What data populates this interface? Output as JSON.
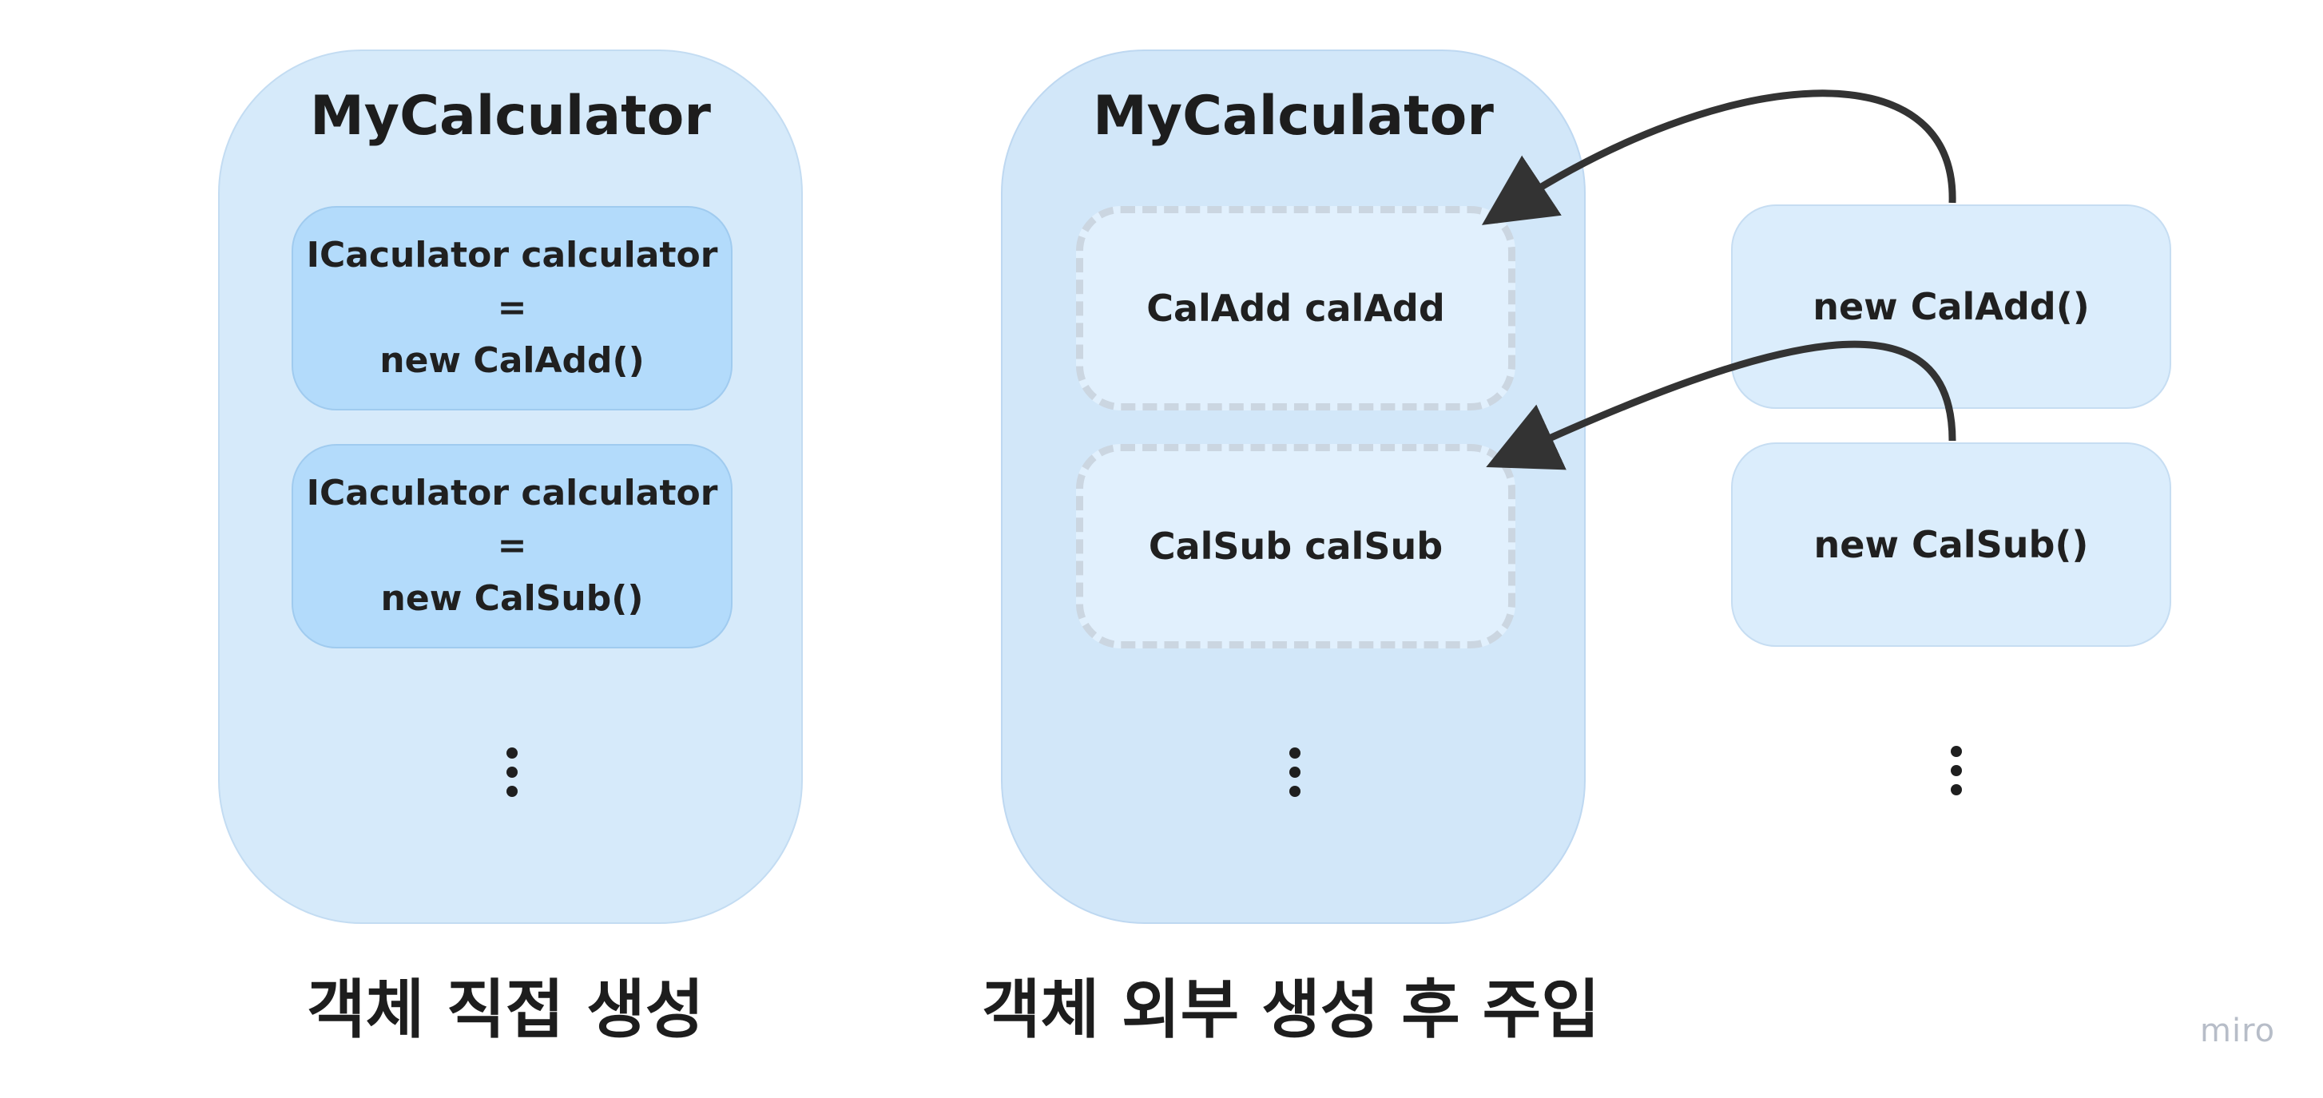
{
  "left": {
    "title": "MyCalculator",
    "box1": "ICaculator calculator\n=\nnew CalAdd()",
    "box2": "ICaculator calculator\n=\nnew CalSub()",
    "caption": "객체 직접 생성"
  },
  "right": {
    "title": "MyCalculator",
    "slot1": "CalAdd calAdd",
    "slot2": "CalSub calSub",
    "caption": "객체 외부 생성 후 주입"
  },
  "external": {
    "box1": "new CalAdd()",
    "box2": "new CalSub()"
  },
  "watermark": "miro",
  "colors": {
    "container": "#d6eafa",
    "solid_box": "#b3dbfb",
    "dashed_border": "#cbd6e1",
    "arrow": "#333333"
  }
}
